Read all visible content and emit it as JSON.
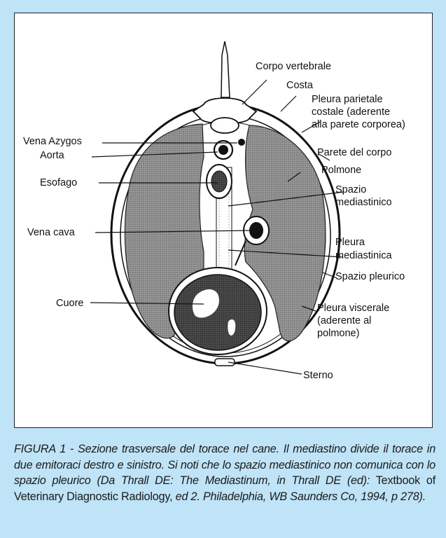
{
  "labels": {
    "corpo_vertebrale": "Corpo vertebrale",
    "costa": "Costa",
    "pleura_parietale_1": "Pleura parietale",
    "pleura_parietale_2": "costale (aderente",
    "pleura_parietale_3": "alla parete corporea)",
    "parete_corpo": "Parete del corpo",
    "polmone": "Polmone",
    "spazio_med_1": "Spazio",
    "spazio_med_2": "mediastinico",
    "pleura_med_1": "Pleura",
    "pleura_med_2": "mediastinica",
    "spazio_pleurico": "Spazio pleurico",
    "pleura_visc_1": "Pleura viscerale",
    "pleura_visc_2": "(aderente al",
    "pleura_visc_3": "polmone)",
    "sterno": "Sterno",
    "vena_azygos": "Vena Azygos",
    "aorta": "Aorta",
    "esofago": "Esofago",
    "vena_cava": "Vena cava",
    "cuore": "Cuore"
  },
  "caption": {
    "part1": "FIGURA 1 - Sezione trasversale del torace nel cane. Il mediastino divide il torace in due emitoraci destro e sinistro. Si noti che lo spazio mediastinico non comunica con lo spazio pleurico (Da Thrall DE: The Mediastinum, in Thrall DE (ed):",
    "part2": " Textbook of Veterinary Diagnostic Radiology,",
    "part3": " ed 2. Philadelphia, WB Saunders Co, 1994, p 278)."
  },
  "colors": {
    "background": "#bfe3f7",
    "box": "#ffffff",
    "ink": "#1a1a1a",
    "lung_fill": "#8a8a8a"
  }
}
